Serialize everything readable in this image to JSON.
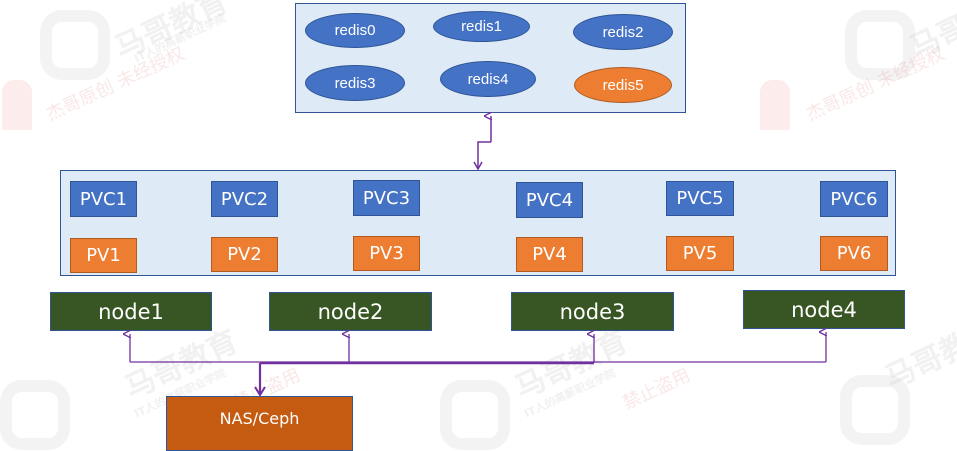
{
  "watermark": {
    "brand_text": "马哥教育",
    "slogan_text": "IT人的高薪职业学院",
    "restriction_text": "禁止盗用",
    "author_text": "杰哥原创 未经授权"
  },
  "colors": {
    "container_fill": "#DEEBF7",
    "container_border": "#2F5597",
    "redis_blue": "#4472C4",
    "redis_orange": "#ED7D31",
    "pvc_blue": "#4472C4",
    "pv_orange": "#ED7D31",
    "node_green": "#375623",
    "storage_orange": "#C55A11",
    "connector_purple": "#7030A0"
  },
  "redis_pods": [
    {
      "label": "redis0",
      "state": "normal"
    },
    {
      "label": "redis1",
      "state": "normal"
    },
    {
      "label": "redis2",
      "state": "normal"
    },
    {
      "label": "redis3",
      "state": "normal"
    },
    {
      "label": "redis4",
      "state": "normal"
    },
    {
      "label": "redis5",
      "state": "highlighted"
    }
  ],
  "pvcs": [
    {
      "label": "PVC1"
    },
    {
      "label": "PVC2"
    },
    {
      "label": "PVC3"
    },
    {
      "label": "PVC4"
    },
    {
      "label": "PVC5"
    },
    {
      "label": "PVC6"
    }
  ],
  "pvs": [
    {
      "label": "PV1"
    },
    {
      "label": "PV2"
    },
    {
      "label": "PV3"
    },
    {
      "label": "PV4"
    },
    {
      "label": "PV5"
    },
    {
      "label": "PV6"
    }
  ],
  "nodes": [
    {
      "label": "node1"
    },
    {
      "label": "node2"
    },
    {
      "label": "node3"
    },
    {
      "label": "node4"
    }
  ],
  "storage": {
    "label": "NAS/Ceph"
  }
}
